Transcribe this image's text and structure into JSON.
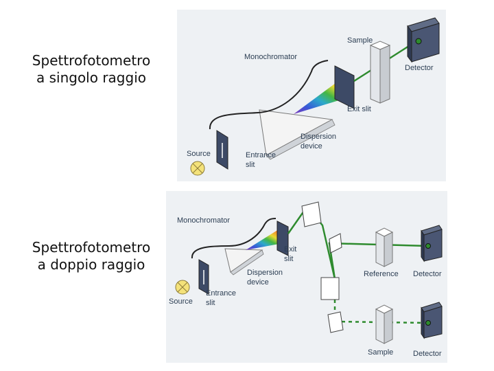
{
  "captions": {
    "single_beam": {
      "line1": "Spettrofotometro",
      "line2": "a singolo raggio"
    },
    "double_beam": {
      "line1": "Spettrofotometro",
      "line2": "a doppio raggio"
    }
  },
  "diagram_single": {
    "labels": {
      "sample": "Sample",
      "monochromator": "Monochromator",
      "detector": "Detector",
      "exit_slit": "Exit slit",
      "source": "Source",
      "entrance": "Entrance",
      "slit": "slit",
      "dispersion": "Dispersion",
      "device": "device"
    }
  },
  "diagram_double": {
    "labels": {
      "monochromator": "Monochromator",
      "exit": "Exit",
      "slit": "slit",
      "dispersion": "Dispersion",
      "device": "device",
      "source": "Source",
      "entrance": "Entrance",
      "entrance_slit": "slit",
      "reference": "Reference",
      "detector_top": "Detector",
      "sample": "Sample",
      "detector_bottom": "Detector"
    }
  },
  "colors": {
    "beam_green": "#2e8b2e",
    "label_text": "#2b3d52",
    "panel_bg": "#eceff3"
  }
}
